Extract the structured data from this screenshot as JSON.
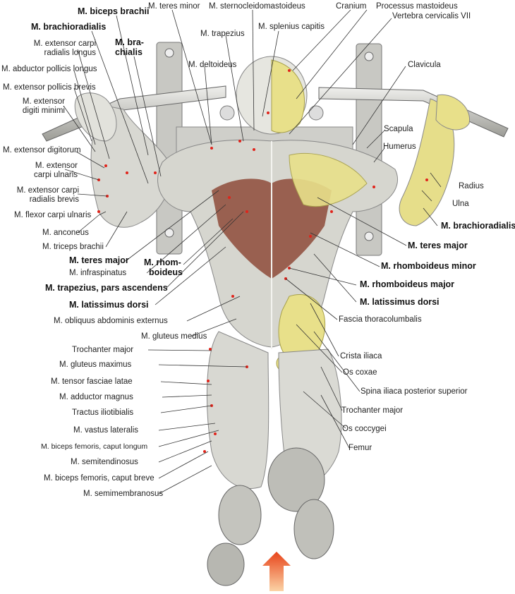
{
  "labels": {
    "biceps_brachii": "M. biceps brachii",
    "teres_minor": "M. teres minor",
    "sternocleidomastoideus": "M. sternocleidomastoideus",
    "cranium": "Cranium",
    "processus_mastoideus": "Processus mastoideus",
    "vertebra_cervicalis": "Vertebra cervicalis VII",
    "brachioradialis_top": "M. brachioradialis",
    "splenius_capitis": "M. splenius capitis",
    "brachialis_1": "M. bra-",
    "brachialis_2": "chialis",
    "trapezius": "M. trapezius",
    "ext_carpi_rad_longus_1": "M. extensor carpi",
    "ext_carpi_rad_longus_2": "radialis longus",
    "abductor_pollicis": "M. abductor pollicis longus",
    "deltoideus": "M. deltoideus",
    "clavicula": "Clavicula",
    "ext_pollicis_brevis": "M. extensor pollicis brevis",
    "ext_digiti_minimi_1": "M. extensor",
    "ext_digiti_minimi_2": "digiti minimi",
    "scapula": "Scapula",
    "humerus": "Humerus",
    "ext_digitorum": "M. extensor digitorum",
    "ext_carpi_uln_1": "M. extensor",
    "ext_carpi_uln_2": "carpi ulnaris",
    "radius": "Radius",
    "ext_carpi_rad_brevis_1": "M. extensor carpi",
    "ext_carpi_rad_brevis_2": "radialis brevis",
    "ulna": "Ulna",
    "flexor_carpi_uln": "M. flexor carpi ulnaris",
    "brachioradialis_right": "M. brachioradialis",
    "anconeus": "M. anconeus",
    "triceps": "M. triceps brachii",
    "teres_major_right": "M. teres major",
    "teres_major_left": "M. teres major",
    "rhomboideus_1": "M. rhom-",
    "rhomboideus_2": "boideus",
    "rhomboideus_minor": "M. rhomboideus minor",
    "infraspinatus": "M. infraspinatus",
    "trapezius_asc": "M. trapezius, pars ascendens",
    "rhomboideus_major": "M. rhomboideus major",
    "latissimus_left": "M. latissimus dorsi",
    "latissimus_right": "M. latissimus dorsi",
    "obliquus": "M. obliquus abdominis externus",
    "fascia": "Fascia thoracolumbalis",
    "gluteus_medius": "M. gluteus medius",
    "trochanter_major_left": "Trochanter major",
    "crista_iliaca": "Crista iliaca",
    "gluteus_maximus": "M. gluteus maximus",
    "os_coxae": "Os coxae",
    "tensor_fasciae": "M. tensor fasciae latae",
    "spina_iliaca": "Spina iliaca posterior superior",
    "adductor_magnus": "M. adductor magnus",
    "trochanter_major_right": "Trochanter major",
    "tractus": "Tractus iliotibialis",
    "os_coccygei": "Os coccygei",
    "vastus_lateralis": "M. vastus lateralis",
    "femur": "Femur",
    "biceps_fem_longum": "M. biceps femoris, caput longum",
    "semitendinosus": "M. semitendinosus",
    "biceps_fem_breve": "M. biceps femoris, caput breve",
    "semimembranosus": "M. semimembranosus"
  },
  "colors": {
    "muscle": "#d9d9d3",
    "muscle_shadow": "#9a9a92",
    "muscle_red": "#8e4b3a",
    "bone": "#e8e08a",
    "bone_shadow": "#a7a04a",
    "frame": "#b9b9b4",
    "arrow": "#f05a1e",
    "leader": "#333333",
    "marker": "#e0241b"
  }
}
